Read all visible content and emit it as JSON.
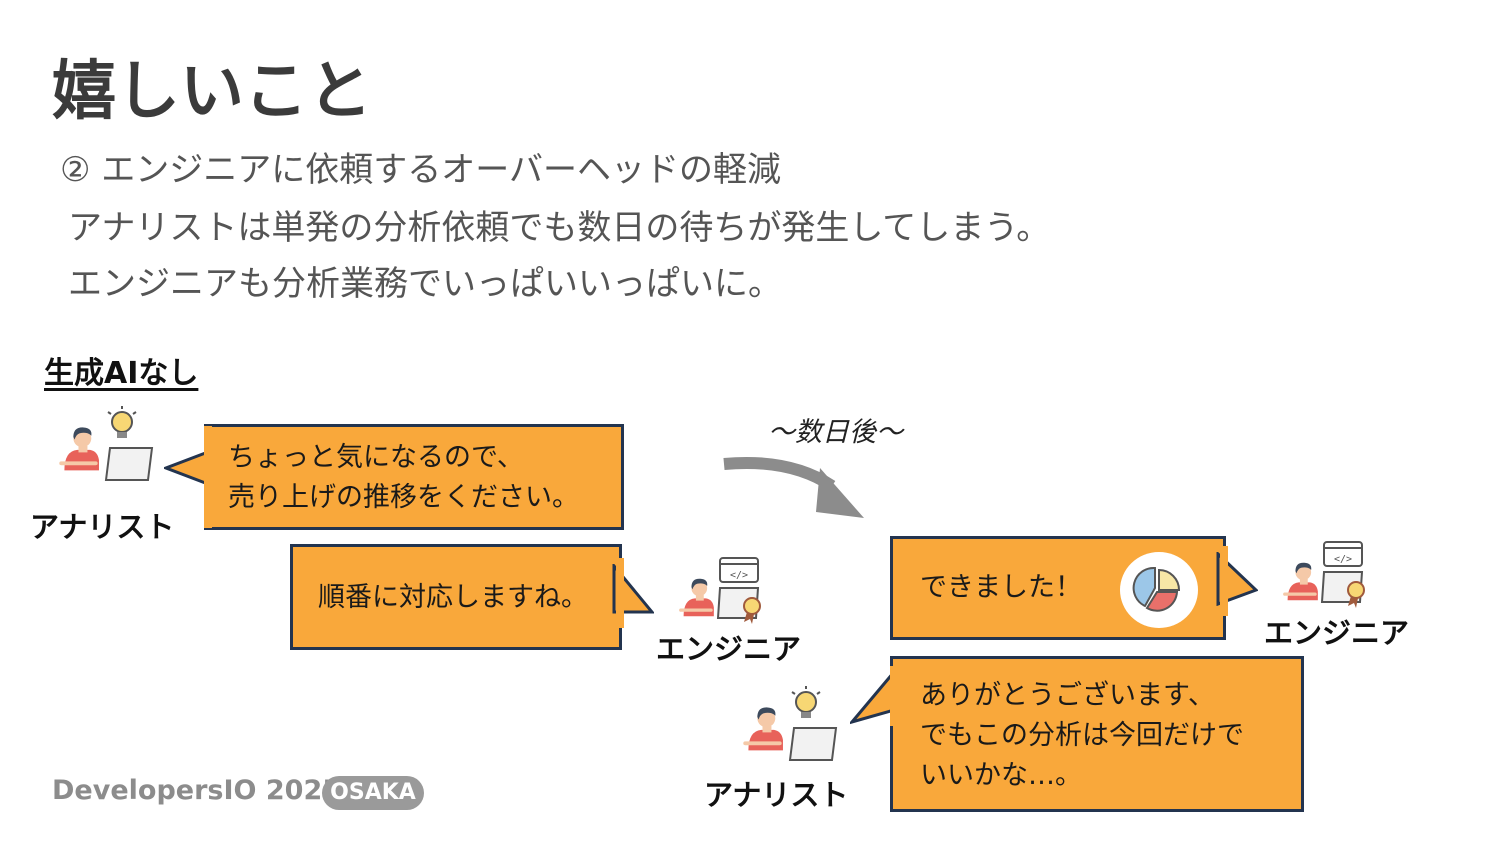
{
  "title": "嬉しいこと",
  "subtitle": "② エンジニアに依頼するオーバーヘッドの軽減",
  "body_lines": [
    "アナリストは単発の分析依頼でも数日の待ちが発生してしまう。",
    "エンジニアも分析業務でいっぱいいっぱいに。"
  ],
  "section_label": "生成AIなし",
  "roles": {
    "analyst": "アナリスト",
    "engineer": "エンジニア"
  },
  "bubbles": {
    "analyst_request": [
      "ちょっと気になるので、",
      "売り上げの推移をください。"
    ],
    "engineer_reply": "順番に対応しますね。",
    "engineer_done": "できました！",
    "analyst_thanks": [
      "ありがとうございます、",
      "でもこの分析は今回だけで",
      "いいかな…。"
    ]
  },
  "delay_label": "〜数日後〜",
  "footer": {
    "brand": "DevelopersIO 2025",
    "badge": "OSAKA"
  },
  "colors": {
    "bubble_fill": "#f9a83b",
    "bubble_border": "#23344f",
    "person_shirt": "#e8625a",
    "arrow": "#8c8c8c"
  },
  "icons": [
    "analyst-icon",
    "engineer-icon",
    "lightbulb-icon",
    "laptop-icon",
    "code-icon",
    "award-icon",
    "pie-chart-icon",
    "curved-arrow-icon"
  ]
}
